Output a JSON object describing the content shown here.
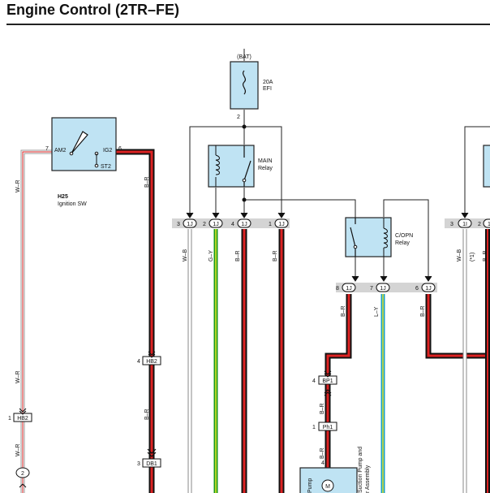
{
  "page": {
    "title": "Engine Control (2TR–FE)"
  },
  "diagram": {
    "bat_label": "(BAT)",
    "fuse": {
      "rating": "20A",
      "name": "EFI",
      "pin": "2"
    },
    "main_relay": {
      "name": "MAIN",
      "sub": "Relay"
    },
    "copn_relay": {
      "name": "C/OPN",
      "sub": "Relay"
    },
    "ignition_sw": {
      "code": "H25",
      "name": "Ignition SW",
      "am2": "AM2",
      "ig2": "IG2",
      "st2": "ST2",
      "pin_am2": "7",
      "pin_ig2": "6"
    },
    "junctions_top": [
      {
        "pin": "3",
        "code": "1J",
        "wire": "W–B"
      },
      {
        "pin": "2",
        "code": "1J",
        "wire": "G–Y"
      },
      {
        "pin": "4",
        "code": "1J",
        "wire": "B–R"
      },
      {
        "pin": "1",
        "code": "1J",
        "wire": "B–R"
      }
    ],
    "junctions_mid": [
      {
        "pin": "8",
        "code": "1J",
        "wire": "B–R"
      },
      {
        "pin": "7",
        "code": "1J",
        "wire": "L–Y"
      },
      {
        "pin": "6",
        "code": "1J",
        "wire": "B–R"
      }
    ],
    "junctions_right": [
      {
        "pin": "3",
        "code": "1I",
        "wire": "W–B"
      },
      {
        "pin": "2",
        "code": "1",
        "wire": "(*1)"
      },
      {
        "wire": "B–R"
      }
    ],
    "left_wires": [
      "W–R",
      "W–R",
      "W–R"
    ],
    "ig2_wires": [
      "B–R",
      "B–R"
    ],
    "bp_wires": [
      "B–R",
      "B–R"
    ],
    "connectors": {
      "hb2_left": {
        "pin": "1",
        "code": "HB2"
      },
      "hb2_mid": {
        "pin": "4",
        "code": "HB2"
      },
      "db1": {
        "pin": "3",
        "code": "DB1"
      },
      "bp1": {
        "pin": "4",
        "code": "BP1"
      },
      "ph1": {
        "pin": "1",
        "code": "Ph1"
      },
      "ground2": {
        "code": "2"
      }
    },
    "pump": {
      "label_line1": "Suction Pump and",
      "label_line2": "r Assembly",
      "vert": "Pump",
      "pin": "4",
      "motor": "M"
    }
  }
}
